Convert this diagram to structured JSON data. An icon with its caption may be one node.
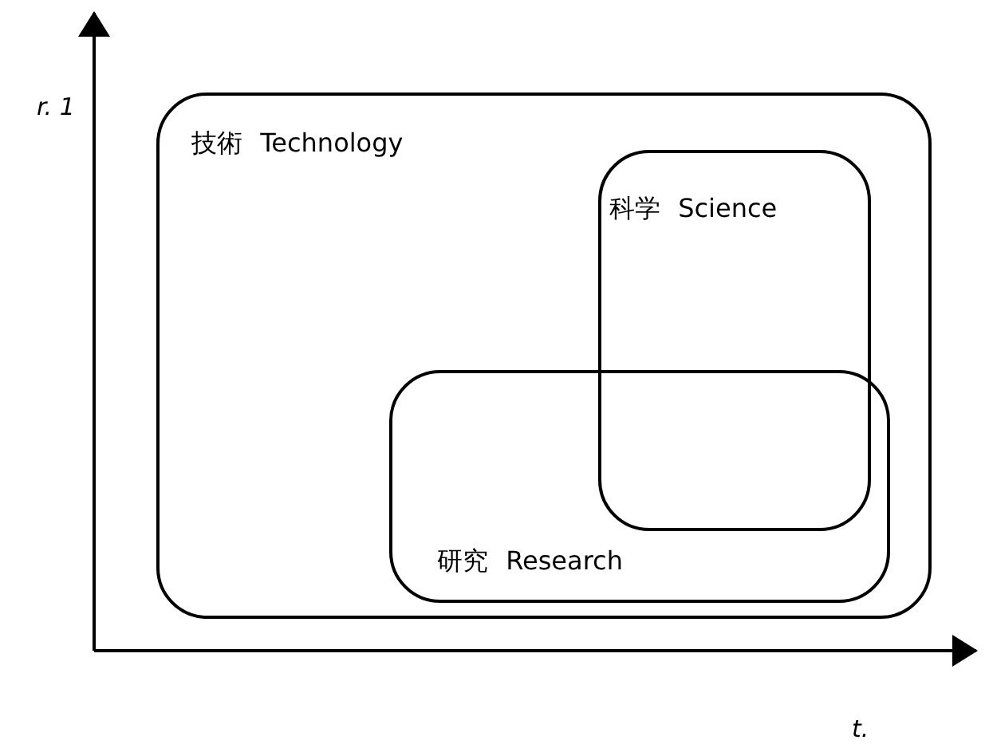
{
  "diagram": {
    "nodes": [
      {
        "text": [
          "技術 Technology"
        ]
      },
      {
        "text": [
          "科学 Science"
        ],
        "in": 0
      },
      {
        "text": [
          "研究 Research"
        ],
        "in": 0
      }
    ],
    "labels": [
      "r. 1",
      "t."
    ]
  }
}
